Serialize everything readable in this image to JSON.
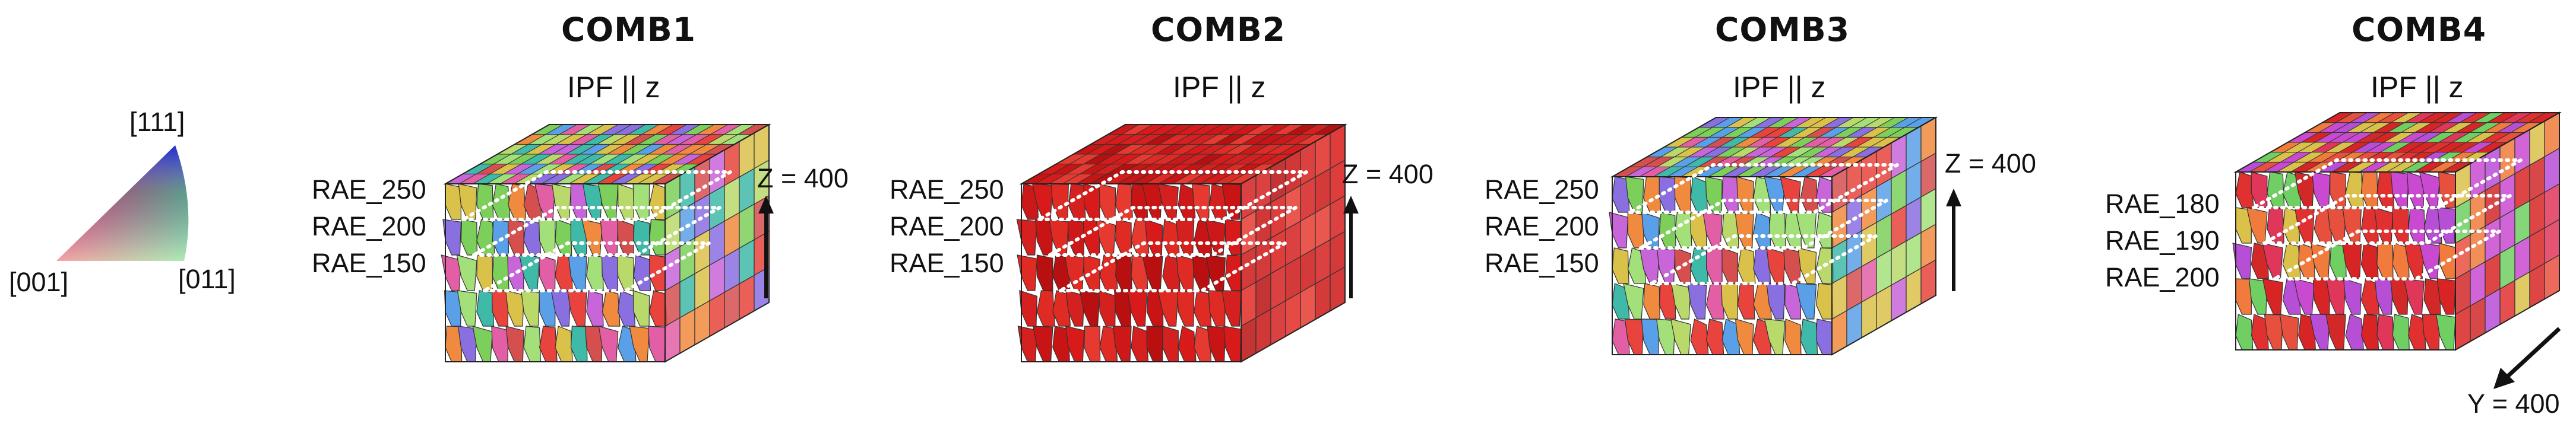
{
  "ipf_legend": {
    "label_top": "[111]",
    "label_left": "[001]",
    "label_right": "[011]",
    "colors": {
      "001": "#e31a1c",
      "011": "#2bd13a",
      "111": "#2233cc"
    }
  },
  "panels": [
    {
      "title": "COMB1",
      "subtitle": "IPF || z",
      "layers": [
        "RAE_250",
        "RAE_200",
        "RAE_150"
      ],
      "direction_label": "Z = 400",
      "direction": "vertical",
      "dominant": "mixed"
    },
    {
      "title": "COMB2",
      "subtitle": "IPF || z",
      "layers": [
        "RAE_250",
        "RAE_200",
        "RAE_150"
      ],
      "direction_label": "Z = 400",
      "direction": "vertical",
      "dominant": "red"
    },
    {
      "title": "COMB3",
      "subtitle": "IPF || z",
      "layers": [
        "RAE_250",
        "RAE_200",
        "RAE_150"
      ],
      "direction_label": "Z = 400",
      "direction": "vertical",
      "dominant": "mixed"
    },
    {
      "title": "COMB4",
      "subtitle": "IPF || z",
      "layers": [
        "RAE_180",
        "RAE_190",
        "RAE_200"
      ],
      "direction_label": "Y = 400",
      "direction": "diagonal",
      "dominant": "red-mixed"
    }
  ]
}
